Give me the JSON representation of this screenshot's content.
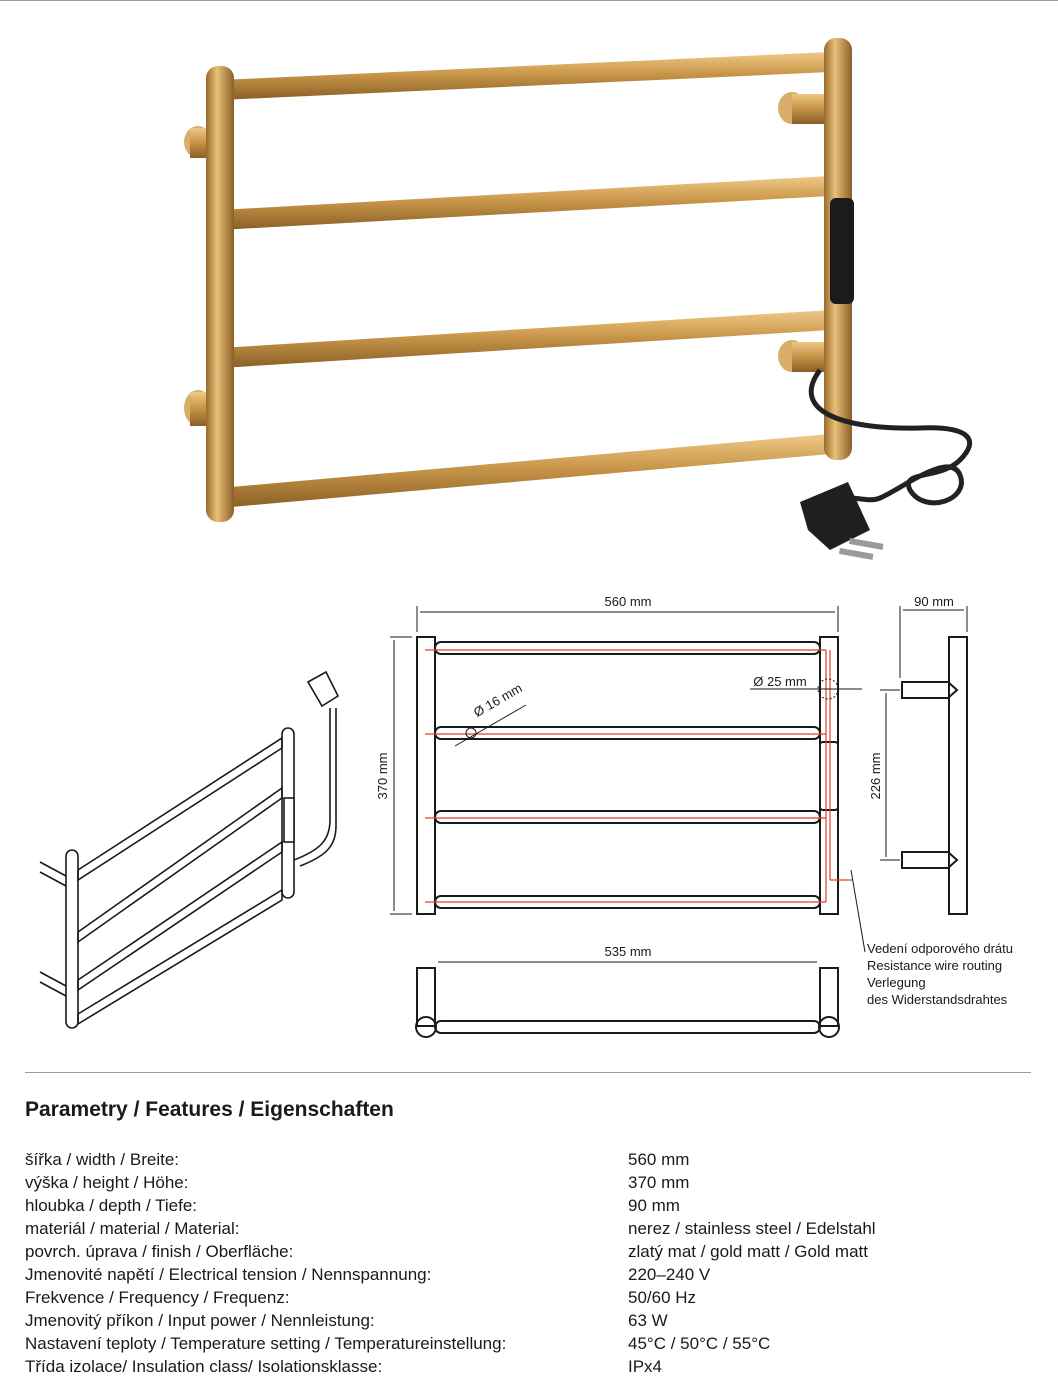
{
  "dimensions": {
    "width_top": "560 mm",
    "depth": "90 mm",
    "tube_small": "Ø 16 mm",
    "tube_large": "Ø 25 mm",
    "height": "370 mm",
    "bracket_spacing": "226 mm",
    "width_bottom": "535 mm"
  },
  "legend": {
    "lines": [
      "Vedení odporového drátu",
      "Resistance wire routing",
      "Verlegung",
      "des Widerstandsdrahtes"
    ]
  },
  "heading": "Parametry / Features / Eigenschaften",
  "specs": [
    {
      "label": "šířka / width / Breite:",
      "value": "560 mm"
    },
    {
      "label": "výška / height / Höhe:",
      "value": "370 mm"
    },
    {
      "label": "hloubka / depth / Tiefe:",
      "value": "90 mm"
    },
    {
      "label": "materiál / material / Material:",
      "value": "nerez / stainless steel / Edelstahl"
    },
    {
      "label": "povrch. úprava / finish / Oberfläche:",
      "value": "zlatý mat / gold matt / Gold matt"
    },
    {
      "label": "Jmenovité napětí / Electrical tension / Nennspannung:",
      "value": "220–240 V"
    },
    {
      "label": "Frekvence / Frequency / Frequenz:",
      "value": "50/60 Hz"
    },
    {
      "label": "Jmenovitý příkon / Input power / Nennleistung:",
      "value": "63 W"
    },
    {
      "label": "Nastavení teploty / Temperature setting / Temperatureinstellung:",
      "value": "45°C / 50°C / 55°C"
    },
    {
      "label": "Třída izolace/ Insulation class/ Isolationsklasse:",
      "value": "IPx4"
    }
  ],
  "colors": {
    "gold": "#c9974a",
    "heating_wire": "#e0402a",
    "text": "#1a1a1a"
  }
}
